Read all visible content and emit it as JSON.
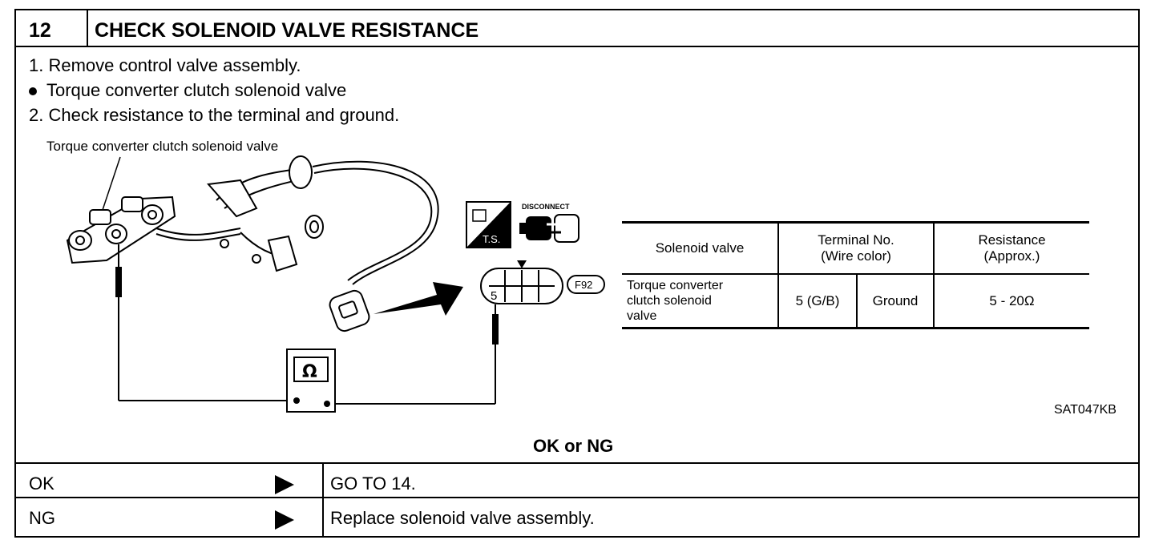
{
  "header": {
    "number": "12",
    "title": "CHECK SOLENOID VALVE RESISTANCE"
  },
  "steps": [
    "1.  Remove control valve assembly.",
    "Torque converter clutch solenoid valve",
    "2.  Check resistance to the terminal and ground."
  ],
  "figure": {
    "callout": "Torque converter clutch solenoid valve",
    "ts_label": "T.S.",
    "disconnect_label": "DISCONNECT",
    "connector_pin": "5",
    "connector_id": "F92",
    "meter_symbol": "Ω",
    "figure_code": "SAT047KB"
  },
  "table": {
    "headers": [
      "Solenoid valve",
      "Terminal No.\n(Wire color)",
      "Resistance\n(Approx.)"
    ],
    "row": {
      "valve": "Torque converter\nclutch solenoid\nvalve",
      "terminal": "5 (G/B)",
      "ground": "Ground",
      "resistance": "5 - 20Ω"
    }
  },
  "ok_ng_label": "OK or NG",
  "results": [
    {
      "status": "OK",
      "action": "GO TO 14."
    },
    {
      "status": "NG",
      "action": "Replace solenoid valve assembly."
    }
  ]
}
